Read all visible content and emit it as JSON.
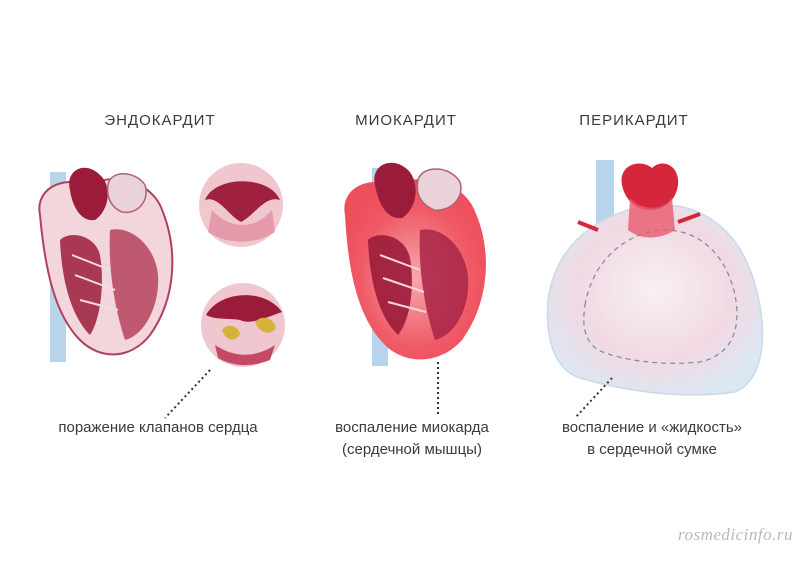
{
  "panels": [
    {
      "title": "ЭНДОКАРДИТ",
      "caption_lines": [
        "поражение клапанов сердца"
      ]
    },
    {
      "title": "МИОКАРДИТ",
      "caption_lines": [
        "воспаление миокарда",
        "(сердечной мышцы)"
      ]
    },
    {
      "title": "ПЕРИКАРДИТ",
      "caption_lines": [
        "воспаление и «жидкость»",
        "в сердечной сумке"
      ]
    }
  ],
  "watermark": "rosmedicinfo.ru",
  "colors": {
    "heart_dark": "#9b1c3a",
    "heart_light": "#f3d6dc",
    "inflammation": "#ee4f5c",
    "vessel_blue": "#b8d4ea",
    "pericardium": "#dbe8f3"
  }
}
